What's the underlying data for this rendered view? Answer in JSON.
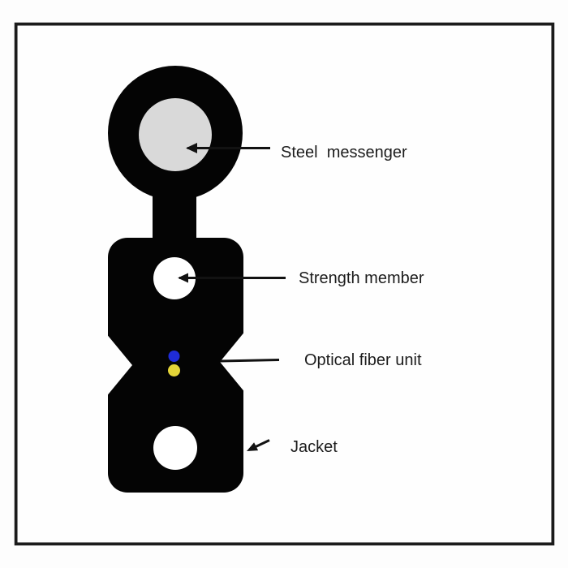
{
  "diagram": {
    "subject": "FTTH drop cable cross-section",
    "background": "#fdfdfd",
    "frame": {
      "border_color": "#1b1b1b",
      "fill": "#fefefe"
    },
    "cable": {
      "body_color": "#040404",
      "steel_messenger_color": "#d9d9d9",
      "strength_member_color": "#ffffff",
      "jacket_hole_color": "#ffffff",
      "fiber_blue": "#1f2cd8",
      "fiber_yellow": "#e4d438",
      "notch_color": "#fefefe"
    },
    "labels": {
      "steel_messenger": "Steel  messenger",
      "strength_member": "Strength member",
      "optical_fiber_unit": "Optical fiber unit",
      "jacket": "Jacket"
    }
  }
}
